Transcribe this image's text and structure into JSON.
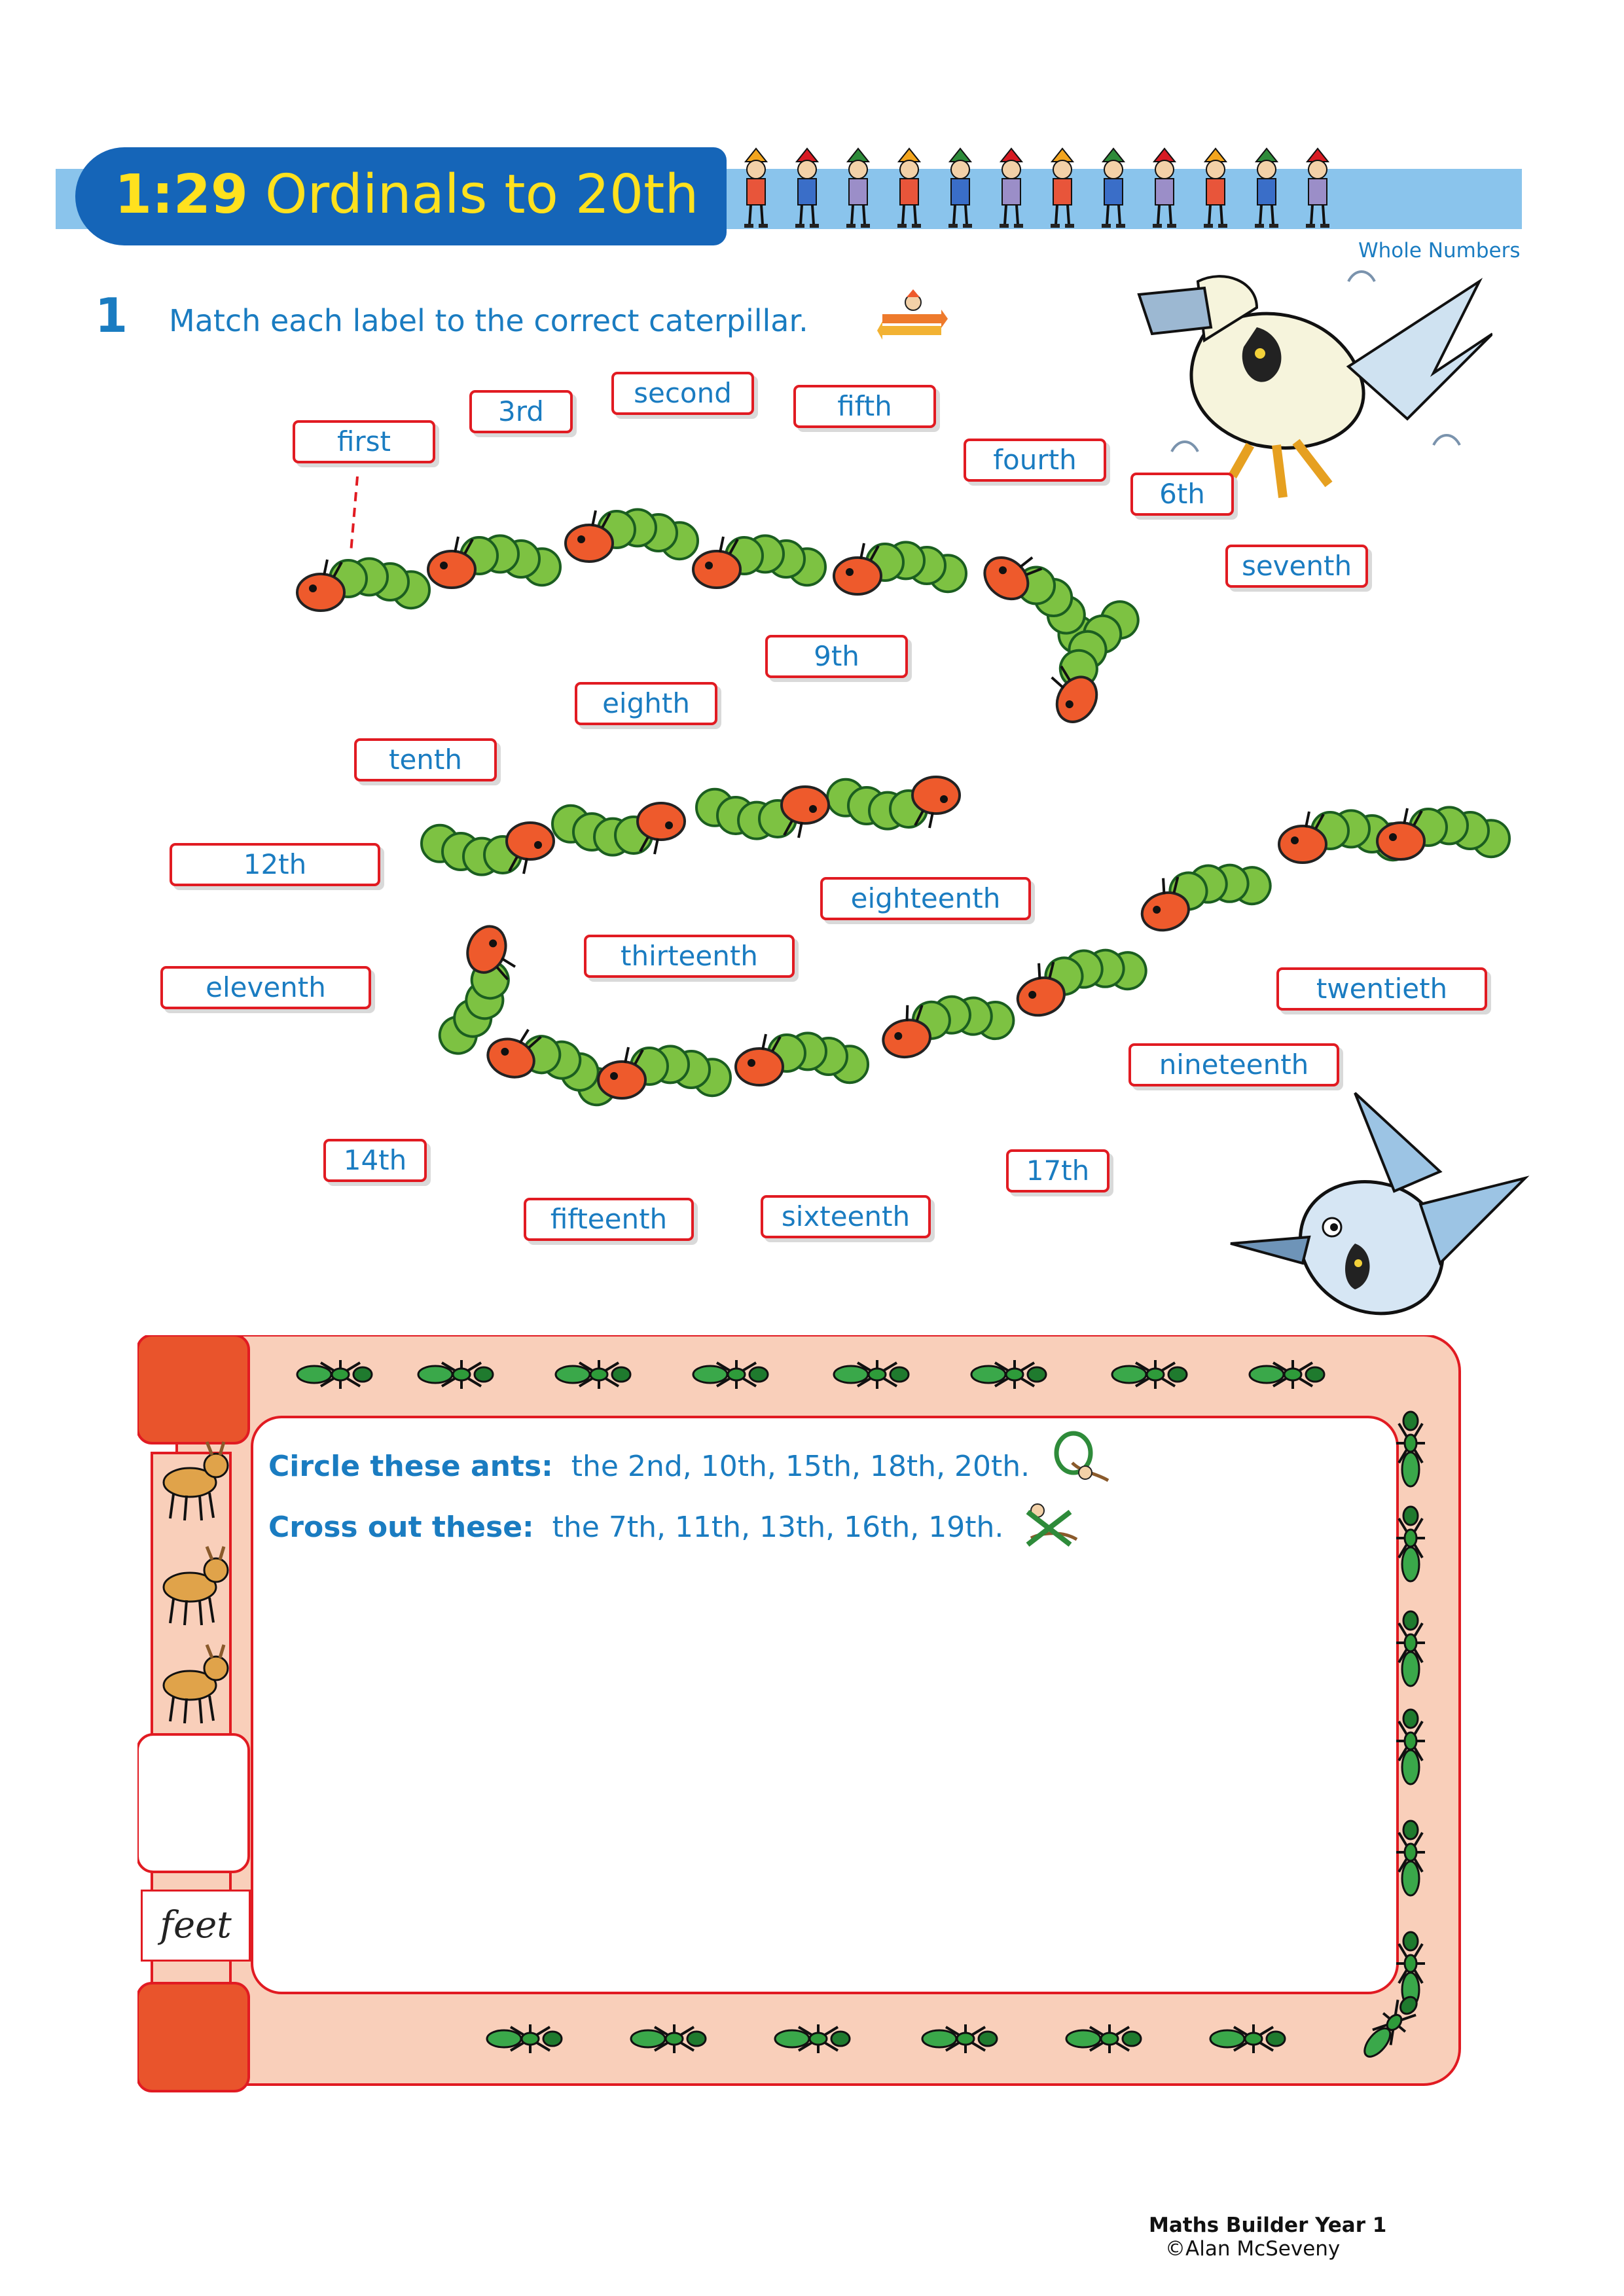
{
  "header": {
    "lesson_number": "1:29",
    "title": "Ordinals to 20th",
    "subject": "Whole Numbers"
  },
  "question": {
    "number": "1",
    "instruction": "Match each label to the correct caterpillar."
  },
  "labels": [
    "first",
    "3rd",
    "second",
    "fifth",
    "fourth",
    "6th",
    "seventh",
    "9th",
    "eighth",
    "tenth",
    "12th",
    "eighteenth",
    "thirteenth",
    "eleventh",
    "twentieth",
    "nineteenth",
    "14th",
    "17th",
    "fifteenth",
    "sixteenth"
  ],
  "ant_task": {
    "circle_lead": "Circle these ants:",
    "circle_items": "the 2nd, 10th, 15th, 18th, 20th.",
    "cross_lead": "Cross out these:",
    "cross_items": "the 7th, 11th, 13th, 16th, 19th."
  },
  "feet_label": "feet",
  "footer": {
    "book": "Maths Builder Year 1",
    "copyright": "©Alan McSeveny"
  },
  "colors": {
    "header_blue": "#1565b8",
    "band_blue": "#8ac4ec",
    "title_yellow": "#ffe11e",
    "text_blue": "#1a7cc1",
    "label_red": "#e11b22",
    "border_peach": "#f9cfba",
    "caterpillar_green": "#7dc242",
    "caterpillar_head": "#ee5a2c"
  }
}
